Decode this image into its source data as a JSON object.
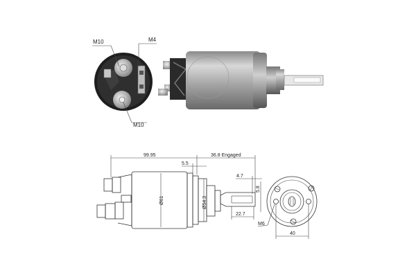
{
  "photo": {
    "callouts": {
      "top_left": "M10",
      "top_right": "M4",
      "bottom": "M10"
    }
  },
  "drawing": {
    "dimensions": {
      "overall_length": "99.95",
      "engaged_travel": "36.8 Engaged",
      "flange_offset": "5.5",
      "body_diameter": "Ø61",
      "nose_diameter": "Ø54.3",
      "tip_offset": "4.7",
      "slot_width": "5.8",
      "plunger_length": "22.7",
      "mount_thread": "M6",
      "mount_spacing": "40"
    }
  },
  "colors": {
    "line": "#333333",
    "body_metal": "#b8b8b8",
    "body_dark": "#2a2a2a"
  }
}
